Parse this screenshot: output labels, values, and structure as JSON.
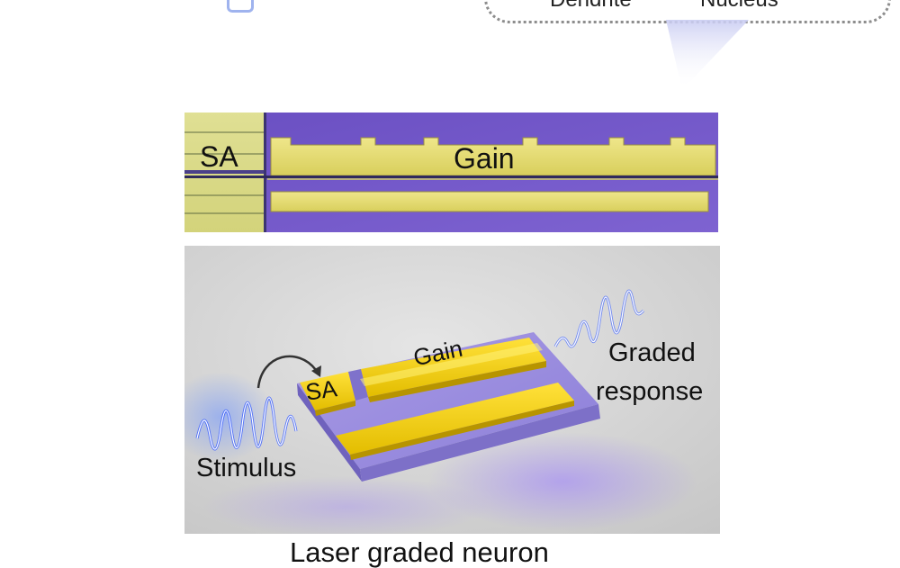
{
  "top_inset": {
    "dendrite_label": "Dendrite",
    "nucleus_label": "Nucleus"
  },
  "micrograph": {
    "sa_label": "SA",
    "gain_label": "Gain"
  },
  "device": {
    "gain_label": "Gain",
    "sa_label": "SA",
    "graded_label": "Graded",
    "response_label": "response",
    "stimulus_label": "Stimulus"
  },
  "caption": "Laser graded neuron",
  "colors": {
    "substrate_purple": "#7558c9",
    "gold": "#e4dd6c",
    "device_gold": "#f2d200",
    "device_purple": "#a596e0",
    "glow_blue": "#6e94ff"
  }
}
